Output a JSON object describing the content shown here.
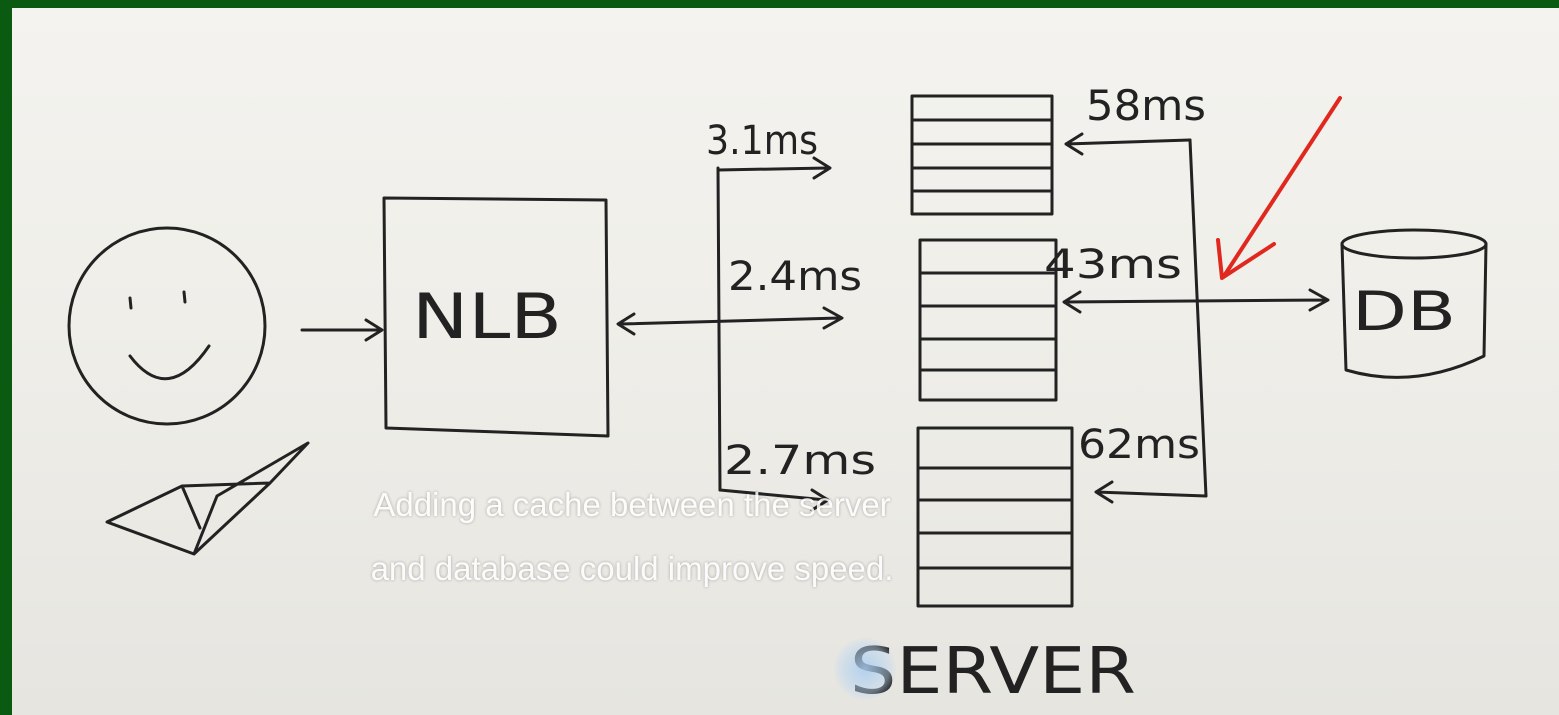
{
  "diagram": {
    "load_balancer_label": "NLB",
    "database_label": "DB",
    "server_label": "SERVER",
    "latencies": {
      "nlb_to_server_1": "3.1ms",
      "nlb_to_server_2": "2.4ms",
      "nlb_to_server_3": "2.7ms",
      "db_to_server_1": "58ms",
      "db_to_server_2": "43ms",
      "db_to_server_3": "62ms"
    },
    "colors": {
      "ink": "#222222",
      "highlight_arrow": "#e0281e",
      "border": "#0b5a12"
    }
  },
  "captions": {
    "line_1": "Adding a cache between the server",
    "line_2": "and database could improve speed."
  }
}
